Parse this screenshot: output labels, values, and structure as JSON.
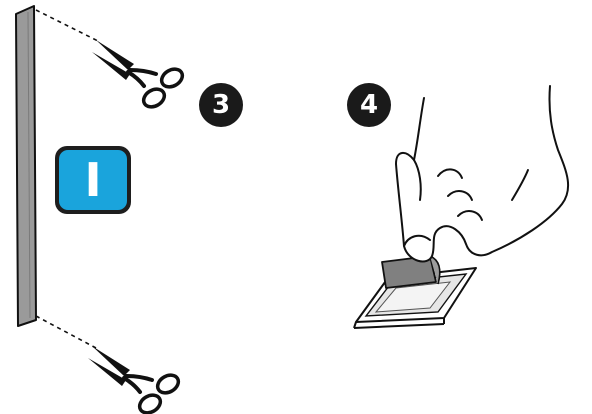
{
  "steps": [
    {
      "number": "3"
    },
    {
      "number": "4"
    }
  ],
  "info_badge": {
    "glyph": "I",
    "color": "#1aa4dc",
    "border_color": "#1e1e1e"
  },
  "icons": [
    "scissors-icon",
    "scissors-icon",
    "hand-icon",
    "card-tray-icon",
    "adhesive-strip-icon"
  ],
  "colors": {
    "strip": "#9a9a9a",
    "outline": "#111111",
    "tape": "#808080",
    "tray_fill": "#e6e6e6"
  }
}
